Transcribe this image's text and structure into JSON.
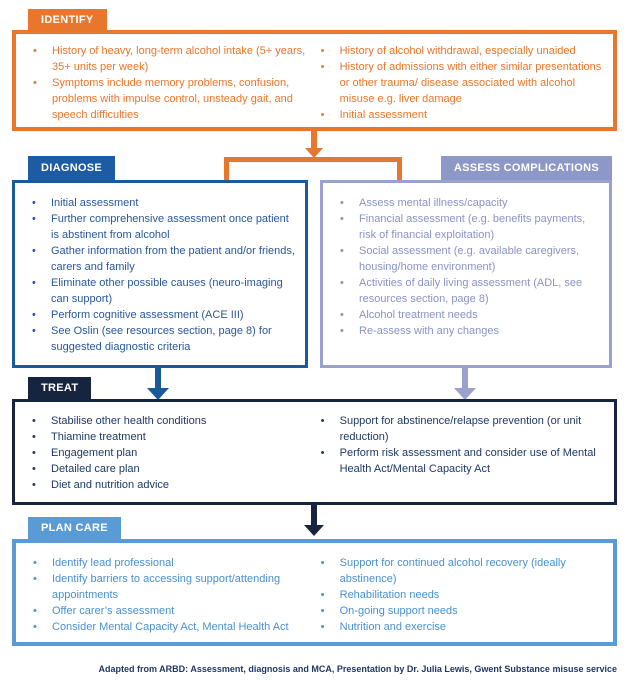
{
  "sections": {
    "identify": {
      "label": "IDENTIFY",
      "left_items": [
        "History of heavy, long-term alcohol intake (5+ years, 35+ units per week)",
        "Symptoms include memory problems, confusion, problems with impulse control, unsteady gait, and speech difficulties"
      ],
      "right_items": [
        "History of alcohol withdrawal, especially unaided",
        "History of admissions with either similar presentations or other trauma/ disease associated with alcohol misuse e.g. liver damage",
        "Initial assessment"
      ]
    },
    "diagnose": {
      "label": "DIAGNOSE",
      "items": [
        "Initial assessment",
        "Further comprehensive assessment once patient is abstinent from alcohol",
        "Gather information from the patient and/or friends, carers and family",
        "Eliminate other possible causes (neuro-imaging can support)",
        "Perform cognitive assessment (ACE III)",
        "See Oslin (see resources section, page 8) for suggested diagnostic criteria"
      ]
    },
    "assess": {
      "label": "ASSESS COMPLICATIONS",
      "items": [
        "Assess mental illness/capacity",
        "Financial assessment (e.g. benefits payments, risk of financial exploitation)",
        "Social assessment (e.g. available caregivers, housing/home environment)",
        "Activities of daily living assessment (ADL, see resources section, page 8)",
        "Alcohol treatment needs",
        "Re-assess with any changes"
      ]
    },
    "treat": {
      "label": "TREAT",
      "left_items": [
        "Stabilise other health conditions",
        "Thiamine treatment",
        "Engagement plan",
        "Detailed care plan",
        "Diet and nutrition advice"
      ],
      "right_items": [
        "Support for abstinence/relapse prevention (or unit reduction)",
        "Perform risk assessment and consider use of Mental Health Act/Mental Capacity Act"
      ]
    },
    "plan_care": {
      "label": "PLAN CARE",
      "left_items": [
        "Identify lead professional",
        "Identify barriers to accessing support/attending appointments",
        "Offer carer’s assessment",
        "Consider Mental Capacity Act, Mental Health Act"
      ],
      "right_items": [
        "Support for continued alcohol recovery (ideally abstinence)",
        "Rehabilitation needs",
        "On-going support needs",
        "Nutrition and exercise"
      ]
    }
  },
  "footer": "Adapted from ARBD: Assessment, diagnosis and MCA, Presentation by Dr. Julia Lewis, Gwent Substance misuse service",
  "colors": {
    "identify_orange": "#E8762C",
    "diagnose_blue": "#1D5CA3",
    "assess_lavender": "#8D97C8",
    "treat_navy": "#17243F",
    "plan_care_blue": "#5B9BD5",
    "footer_navy": "#1F3864"
  }
}
